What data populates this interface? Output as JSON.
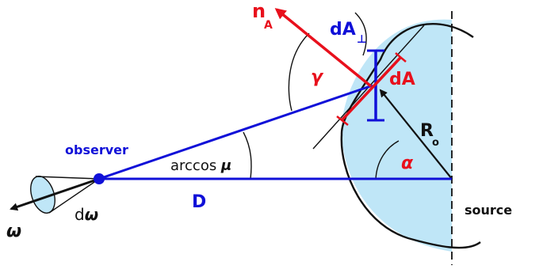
{
  "labels": {
    "normal": "n",
    "normal_sub": "A",
    "dA_perp": "dA",
    "perp_sub": "⊥",
    "gamma": "γ",
    "dA": "dA",
    "radius": "R",
    "radius_sub": "o",
    "observer": "observer",
    "arccos_text": "arccos ",
    "arccos_mu": "μ",
    "alpha": "α",
    "distance": "D",
    "source": "source",
    "domega_d": "d",
    "domega_w": "ω",
    "omega": "ω"
  },
  "colors": {
    "blue": "#1010d8",
    "red": "#e8101c",
    "black": "#111111",
    "fill": "#bfe6f7"
  }
}
